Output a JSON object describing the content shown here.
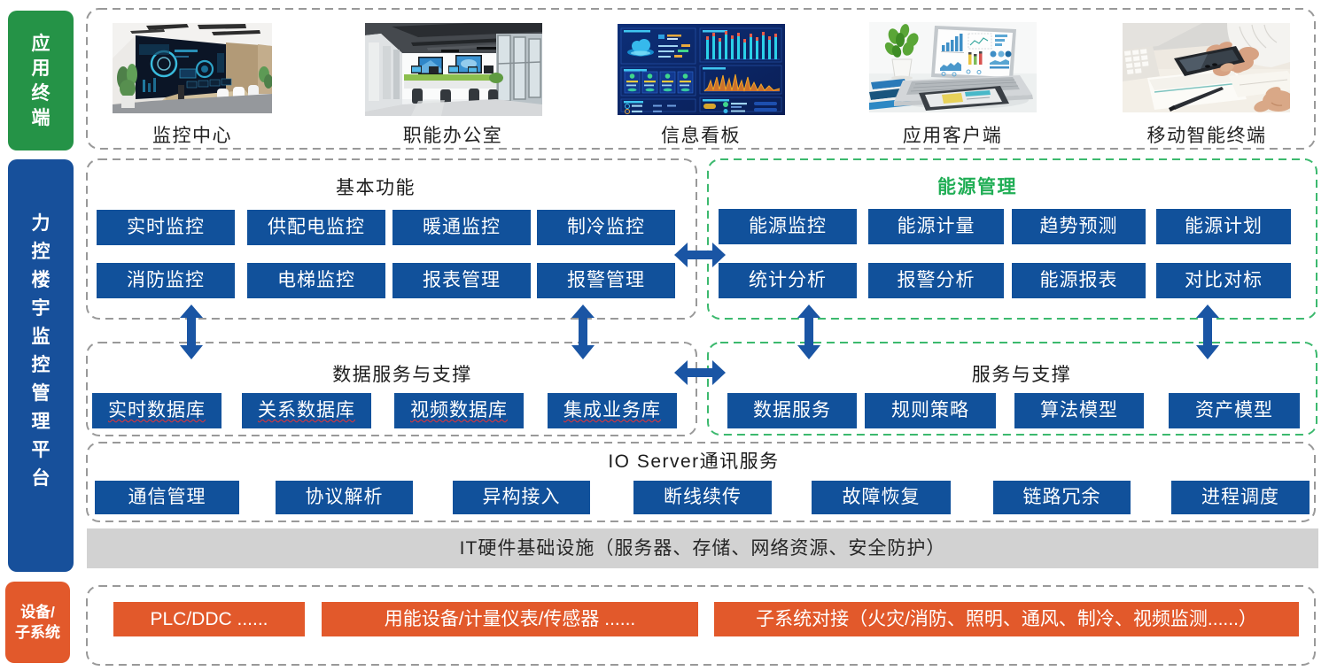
{
  "colors": {
    "button_blue": "#11519b",
    "arrow_blue": "#1a55a4",
    "rail_green": "#259347",
    "rail_blue": "#17509b",
    "rail_orange": "#e2592b",
    "energy_green": "#21ae56",
    "green_dash_border": "#3cb96e",
    "gray_dash_border": "#999999",
    "gray_bar": "#d2d2d2"
  },
  "sidebar": {
    "app_terminal": "应用终端",
    "platform": "力控楼宇监控管理平台",
    "devices_line1": "设备/",
    "devices_line2": "子系统"
  },
  "terminals": {
    "items": [
      {
        "label": "监控中心"
      },
      {
        "label": "职能办公室"
      },
      {
        "label": "信息看板"
      },
      {
        "label": "应用客户端"
      },
      {
        "label": "移动智能终端"
      }
    ]
  },
  "basic_functions": {
    "title": "基本功能",
    "buttons": [
      "实时监控",
      "供配电监控",
      "暖通监控",
      "制冷监控",
      "消防监控",
      "电梯监控",
      "报表管理",
      "报警管理"
    ]
  },
  "energy_management": {
    "title": "能源管理",
    "buttons": [
      "能源监控",
      "能源计量",
      "趋势预测",
      "能源计划",
      "统计分析",
      "报警分析",
      "能源报表",
      "对比对标"
    ]
  },
  "data_services": {
    "title": "数据服务与支撑",
    "buttons": [
      "实时数据库",
      "关系数据库",
      "视频数据库",
      "集成业务库"
    ]
  },
  "services_support": {
    "title": "服务与支撑",
    "buttons": [
      "数据服务",
      "规则策略",
      "算法模型",
      "资产模型"
    ]
  },
  "io_server": {
    "title": "IO Server通讯服务",
    "buttons": [
      "通信管理",
      "协议解析",
      "异构接入",
      "断线续传",
      "故障恢复",
      "链路冗余",
      "进程调度"
    ]
  },
  "it_infrastructure": {
    "label": "IT硬件基础设施（服务器、存储、网络资源、安全防护）"
  },
  "devices_layer": {
    "buttons": [
      "PLC/DDC ......",
      "用能设备/计量仪表/传感器 ......",
      "子系统对接（火灾/消防、照明、通风、制冷、视频监测......）"
    ]
  }
}
